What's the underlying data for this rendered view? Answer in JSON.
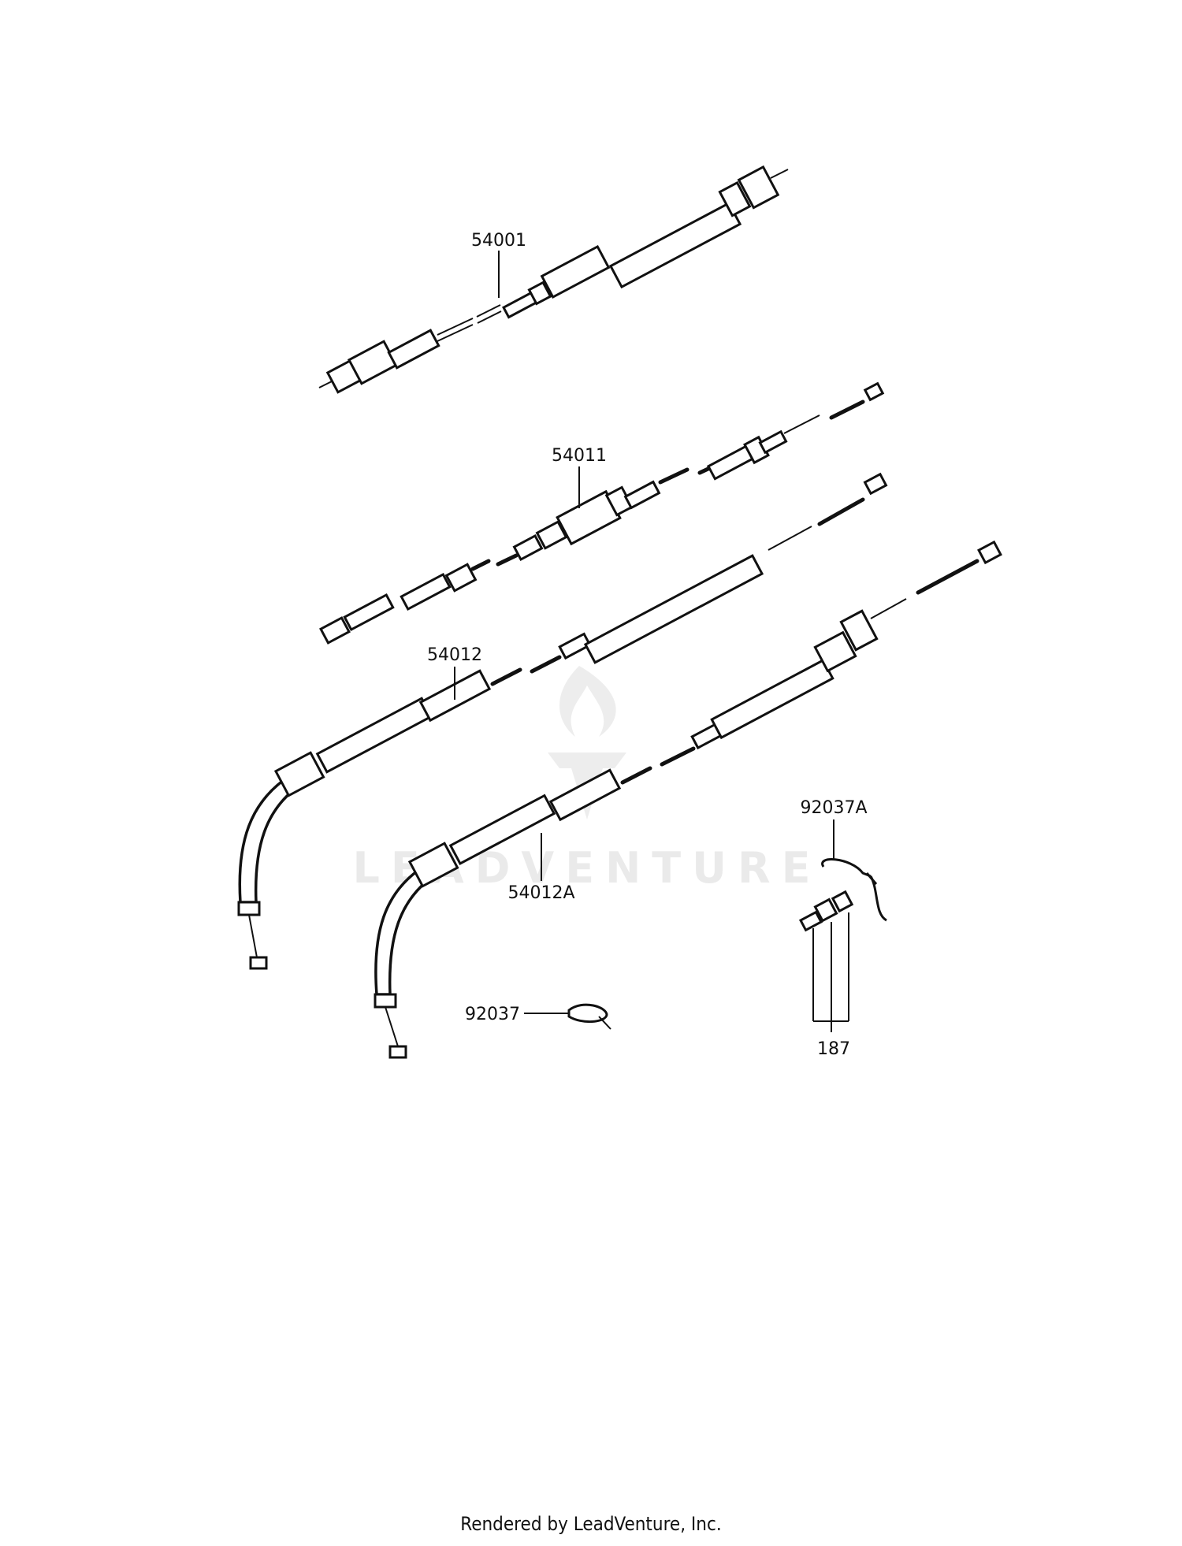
{
  "diagram": {
    "parts": [
      {
        "id": "p54001",
        "label": "54001"
      },
      {
        "id": "p54011",
        "label": "54011"
      },
      {
        "id": "p54012",
        "label": "54012"
      },
      {
        "id": "p54012a",
        "label": "54012A"
      },
      {
        "id": "p92037a",
        "label": "92037A"
      },
      {
        "id": "p92037",
        "label": "92037"
      },
      {
        "id": "p187",
        "label": "187"
      }
    ],
    "watermark": "LEADVENTURE"
  },
  "footer": {
    "text": "Rendered by LeadVenture, Inc."
  }
}
